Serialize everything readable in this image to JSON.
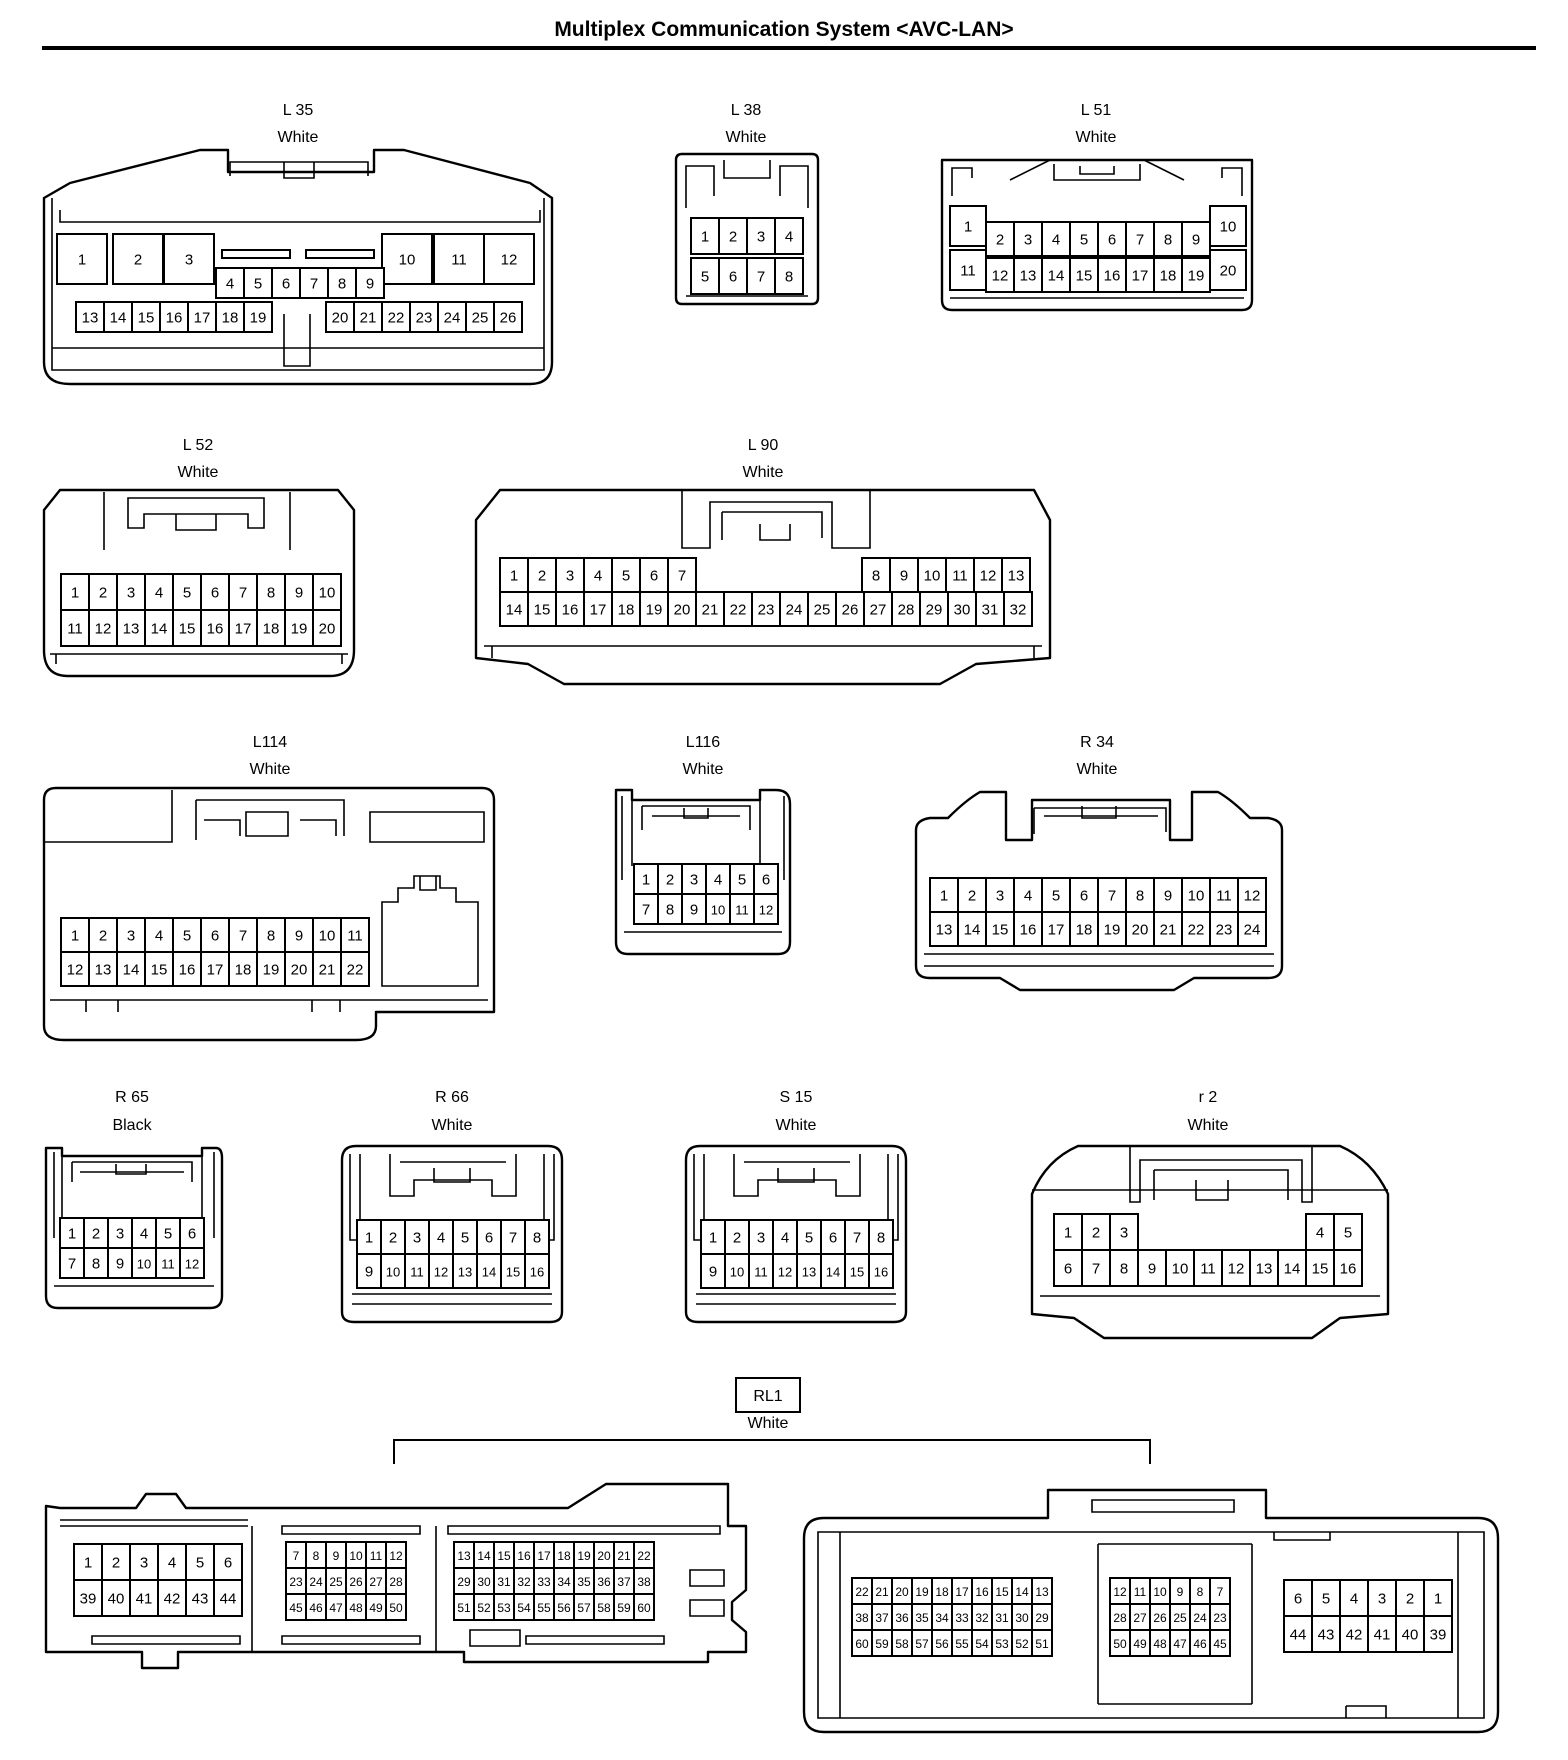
{
  "page": {
    "title": "Multiplex Communication System <AVC-LAN>"
  },
  "connectors": {
    "L35": {
      "code": "L 35",
      "color": "White"
    },
    "L38": {
      "code": "L 38",
      "color": "White"
    },
    "L51": {
      "code": "L 51",
      "color": "White"
    },
    "L52": {
      "code": "L 52",
      "color": "White"
    },
    "L90": {
      "code": "L 90",
      "color": "White"
    },
    "L114": {
      "code": "L114",
      "color": "White"
    },
    "L116": {
      "code": "L116",
      "color": "White"
    },
    "R34": {
      "code": "R 34",
      "color": "White"
    },
    "R65": {
      "code": "R 65",
      "color": "Black"
    },
    "R66": {
      "code": "R 66",
      "color": "White"
    },
    "S15": {
      "code": "S 15",
      "color": "White"
    },
    "r2": {
      "code": "r 2",
      "color": "White"
    },
    "RL1": {
      "code": "RL1",
      "color": "White"
    }
  }
}
